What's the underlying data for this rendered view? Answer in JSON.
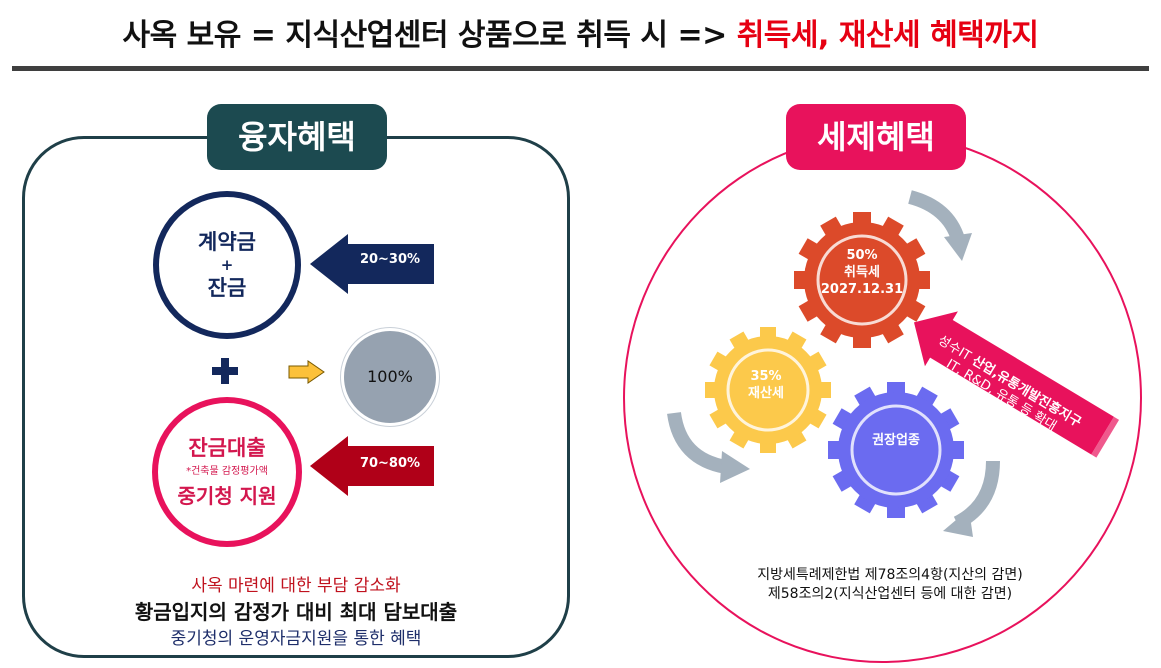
{
  "header": {
    "title_main": "사옥 보유 = 지식산업센터 상품으로 취득 시 => ",
    "title_highlight": "취득세, 재산세 혜택까지",
    "highlight_color": "#e60012"
  },
  "finance": {
    "tab_label": "융자혜택",
    "deposit_line1": "계약금",
    "deposit_plus": "+",
    "deposit_line2": "잔금",
    "deposit_arrow_label": "20~30%",
    "loan_line1": "잔금대출",
    "loan_note": "*건축물 감정평가액",
    "loan_line3": "중기청 지원",
    "loan_arrow_label": "70~80%",
    "total_label": "100%",
    "caption_line1": "사옥 마련에 대한 부담 감소화",
    "caption_line2": "황금입지의 감정가 대비 최대 담보대출",
    "caption_line3": "중기청의 운영자금지원을 통한 혜택",
    "colors": {
      "navy": "#13285c",
      "pink": "#e8125c",
      "dark_red": "#b00018",
      "teal": "#1c4a50"
    }
  },
  "tax": {
    "tab_label": "세제혜택",
    "gear_acquisition": {
      "line1": "50%",
      "line2": "취득세",
      "line3": "2027.12.31",
      "color": "#dc4a2a"
    },
    "gear_property": {
      "line1": "35%",
      "line2": "재산세",
      "color": "#fcc94b"
    },
    "gear_industry": {
      "line1": "권장업종",
      "color": "#6b6bf0"
    },
    "banner": {
      "line1_prefix": "성수IT ",
      "line1_bold": "산업,유통개발진흥지구",
      "line2": "IT, R&D, 유통 등 확대",
      "color": "#e8125c"
    },
    "law_line1": "지방세특례제한법 제78조의4항(지산의 감면)",
    "law_line2": "제58조의2(지식산업센터 등에 대한 감면)",
    "icons": [
      "gear-icon",
      "curved-arrow-icon"
    ]
  }
}
